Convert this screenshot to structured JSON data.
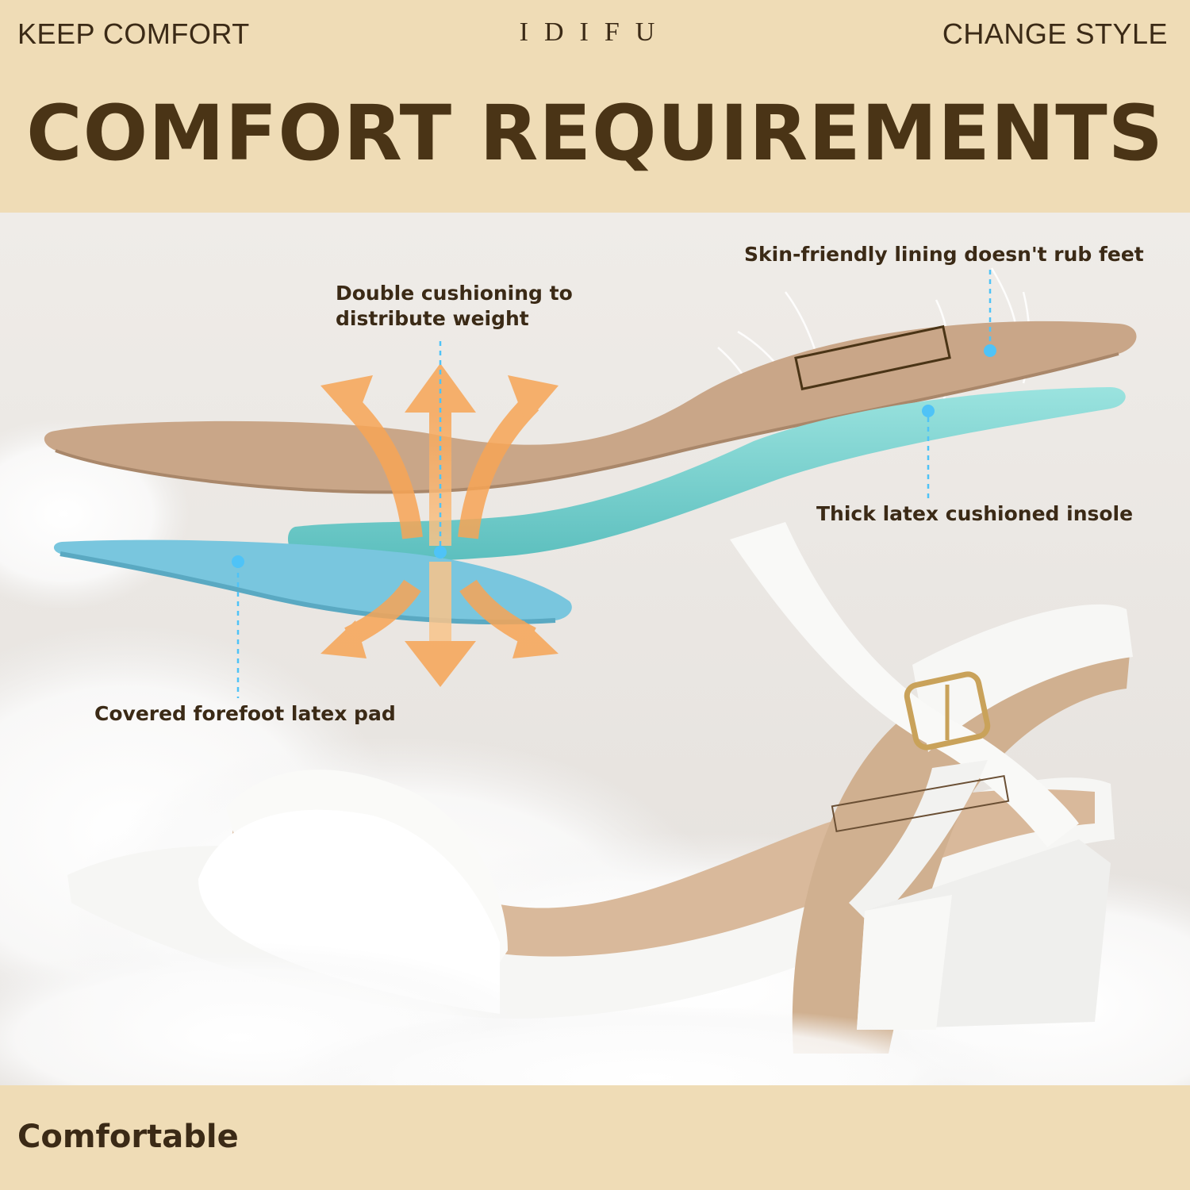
{
  "header": {
    "left_tag": "KEEP COMFORT",
    "brand": "IDIFU",
    "right_tag": "CHANGE STYLE",
    "headline": "COMFORT REQUIREMENTS"
  },
  "callouts": {
    "lining": "Skin-friendly lining doesn't rub feet",
    "cushioning": "Double cushioning to\ndistribute weight",
    "latex_insole": "Thick latex cushioned insole",
    "forefoot_pad": "Covered forefoot latex pad"
  },
  "footer": {
    "label": "Comfortable"
  },
  "colors": {
    "band": "#efdcb6",
    "headline": "#4a3416",
    "insole_tan": "#c9a688",
    "latex_teal": "#82d6d3",
    "forefoot_blue": "#79c6de",
    "arrow_orange": "#f6a75c",
    "marker_blue": "#4fc3f7"
  }
}
